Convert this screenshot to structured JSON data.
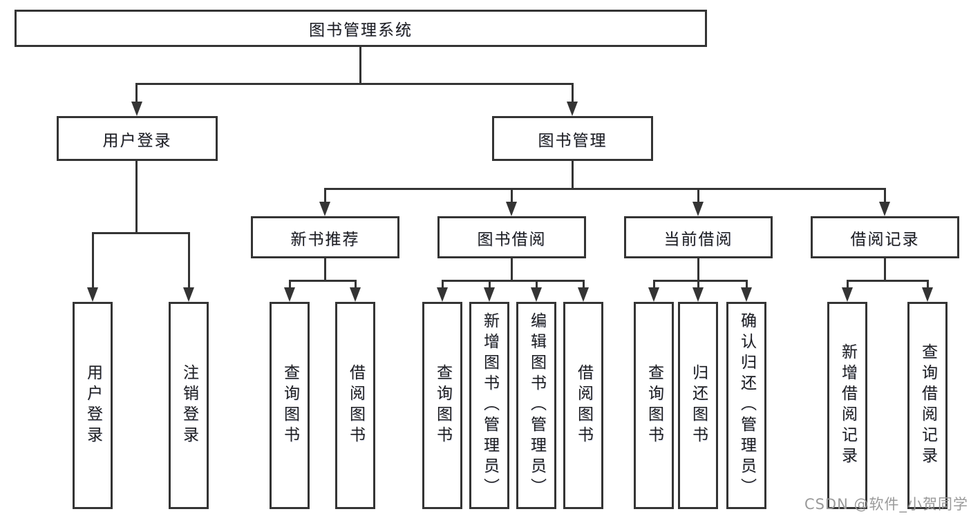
{
  "tree": {
    "root": {
      "label": "图书管理系统"
    },
    "branches": [
      {
        "label": "用户登录",
        "children": [
          {
            "label": "用户登录"
          },
          {
            "label": "注销登录"
          }
        ]
      },
      {
        "label": "图书管理",
        "children": [
          {
            "label": "新书推荐",
            "children": [
              {
                "label": "查询图书"
              },
              {
                "label": "借阅图书"
              }
            ]
          },
          {
            "label": "图书借阅",
            "children": [
              {
                "label": "查询图书"
              },
              {
                "label": "新增图书（管理员）"
              },
              {
                "label": "编辑图书（管理员）"
              },
              {
                "label": "借阅图书"
              }
            ]
          },
          {
            "label": "当前借阅",
            "children": [
              {
                "label": "查询图书"
              },
              {
                "label": "归还图书"
              },
              {
                "label": "确认归还（管理员）"
              }
            ]
          },
          {
            "label": "借阅记录",
            "children": [
              {
                "label": "新增借阅记录"
              },
              {
                "label": "查询借阅记录"
              }
            ]
          }
        ]
      }
    ]
  },
  "watermark": {
    "text": "CSDN @软件_小贺同学"
  },
  "colors": {
    "line": "#343434",
    "text": "#1d1d1f",
    "watermark": "#9a9a9a",
    "background": "#ffffff"
  }
}
